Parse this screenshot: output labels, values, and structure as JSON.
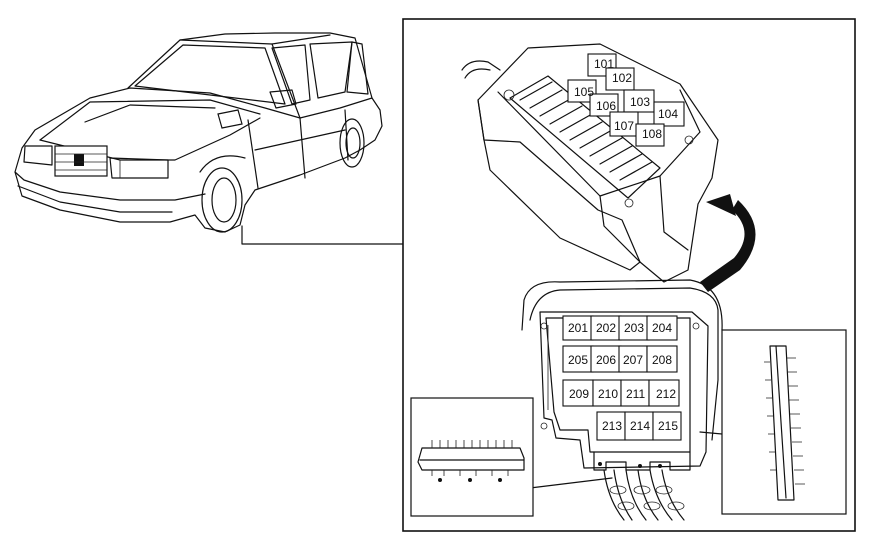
{
  "diagram": {
    "upper_fusebox_relays": [
      {
        "id": "101"
      },
      {
        "id": "102"
      },
      {
        "id": "103"
      },
      {
        "id": "104"
      },
      {
        "id": "105"
      },
      {
        "id": "106"
      },
      {
        "id": "107"
      },
      {
        "id": "108"
      }
    ],
    "lower_relay_box_relays": [
      {
        "id": "201"
      },
      {
        "id": "202"
      },
      {
        "id": "203"
      },
      {
        "id": "204"
      },
      {
        "id": "205"
      },
      {
        "id": "206"
      },
      {
        "id": "207"
      },
      {
        "id": "208"
      },
      {
        "id": "209"
      },
      {
        "id": "210"
      },
      {
        "id": "211"
      },
      {
        "id": "212"
      },
      {
        "id": "213"
      },
      {
        "id": "214"
      },
      {
        "id": "215"
      }
    ],
    "colors": {
      "line": "#111111",
      "background": "#ffffff"
    }
  }
}
